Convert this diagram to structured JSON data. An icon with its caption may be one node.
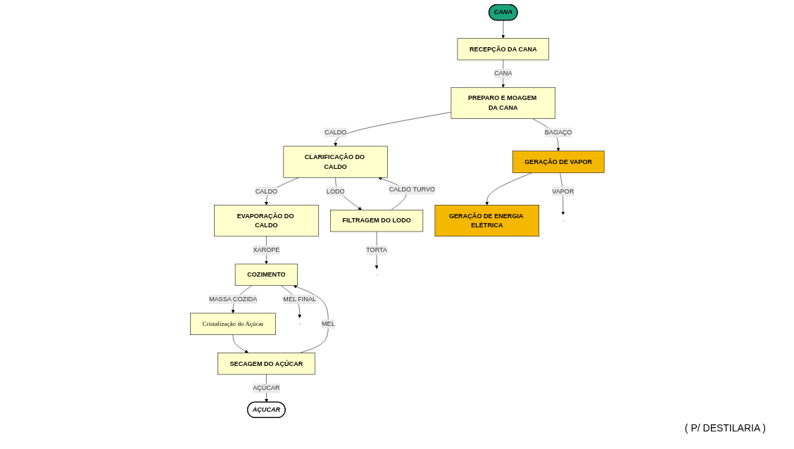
{
  "diagram": {
    "nodes": [
      {
        "text": [
          "RECEPÇÃO DA CANA"
        ]
      },
      {
        "text": [
          "PREPARO E MOAGEM DA CANA"
        ]
      },
      {
        "text": [
          "CLARIFICAÇÃO DO CALDO"
        ]
      },
      {
        "text": [
          "EVAPORAÇÃO DO CALDO"
        ]
      },
      {
        "text": [
          "CANA"
        ]
      },
      {
        "text": [
          "GERAÇÃO DE VAPOR"
        ]
      },
      {
        "text": [
          "FILTRAGEM DO LODO"
        ]
      },
      {
        "text": [
          "COZIMENTO"
        ]
      },
      {
        "text": [
          "Cristalização do Açúcar"
        ]
      },
      {
        "text": [
          "GERAÇÃO DE ENERGIA ELÉTRICA"
        ]
      },
      {
        "text": [
          "SECAGEM DO AÇÚCAR"
        ]
      },
      {
        "text": [
          "AÇUCAR"
        ]
      }
    ],
    "edges": [
      {
        "from": 4,
        "to": 0,
        "arrow": "to"
      },
      {
        "from": 0,
        "to": 1,
        "arrow": "to",
        "label": "CANA"
      },
      {
        "from": 1,
        "to": 2,
        "arrow": "to",
        "label": "CALDO"
      },
      {
        "from": 2,
        "to": 3,
        "arrow": "to",
        "label": "CALDO"
      },
      {
        "from": 1,
        "to": 5,
        "arrow": "to",
        "label": "BAGAÇO"
      },
      {
        "from": 2,
        "to": 6,
        "arrow": "to",
        "label": "LODO"
      },
      {
        "from": 6,
        "to": 2,
        "arrow": "to",
        "label": "CALDO TURVO"
      },
      {
        "from": 3,
        "to": 7,
        "arrow": "to",
        "label": "XAROPE"
      },
      {
        "from": 5,
        "to": null,
        "arrow": "to",
        "label": "VAPOR"
      },
      {
        "from": 5,
        "to": 9,
        "arrow": "to"
      },
      {
        "from": 6,
        "to": null,
        "arrow": "to",
        "label": "TORTA"
      },
      {
        "from": 7,
        "to": 8,
        "arrow": "to",
        "label": "MASSA COZIDA"
      },
      {
        "from": 8,
        "to": 10,
        "arrow": "to"
      },
      {
        "from": 10,
        "to": 7,
        "arrow": "to",
        "label": "MEL"
      },
      {
        "from": 10,
        "to": 11,
        "arrow": "to",
        "label": "AÇÚCAR"
      },
      {
        "from": 7,
        "to": null,
        "arrow": "to",
        "label": "MEL FINAL"
      }
    ],
    "labels": [
      "( P/ DESTILARIA )"
    ]
  }
}
